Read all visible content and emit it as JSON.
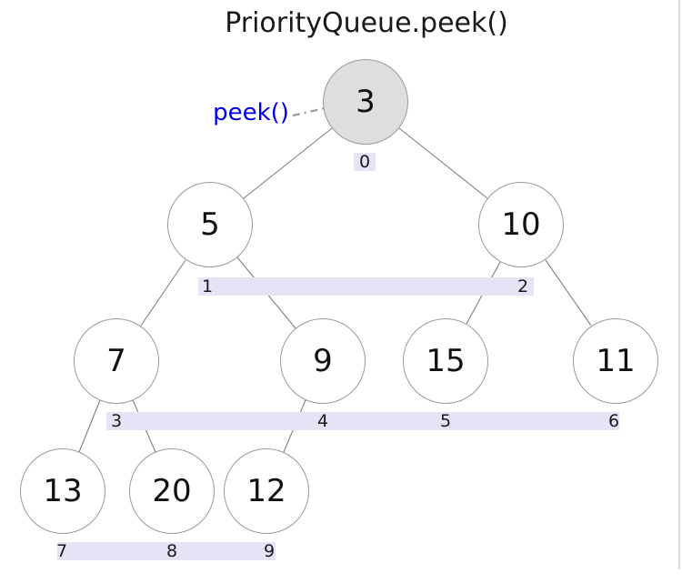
{
  "title": "PriorityQueue.peek()",
  "annotation": {
    "label": "peek()"
  },
  "heap": {
    "structure": "binary-min-heap",
    "nodes": [
      {
        "value": "3",
        "index": "0",
        "highlighted": true
      },
      {
        "value": "5",
        "index": "1",
        "highlighted": false
      },
      {
        "value": "10",
        "index": "2",
        "highlighted": false
      },
      {
        "value": "7",
        "index": "3",
        "highlighted": false
      },
      {
        "value": "9",
        "index": "4",
        "highlighted": false
      },
      {
        "value": "15",
        "index": "5",
        "highlighted": false
      },
      {
        "value": "11",
        "index": "6",
        "highlighted": false
      },
      {
        "value": "13",
        "index": "7",
        "highlighted": false
      },
      {
        "value": "20",
        "index": "8",
        "highlighted": false
      },
      {
        "value": "12",
        "index": "9",
        "highlighted": false
      }
    ],
    "edges": [
      [
        0,
        1
      ],
      [
        0,
        2
      ],
      [
        1,
        3
      ],
      [
        1,
        4
      ],
      [
        2,
        5
      ],
      [
        2,
        6
      ],
      [
        3,
        7
      ],
      [
        3,
        8
      ],
      [
        4,
        9
      ]
    ]
  },
  "colors": {
    "root_fill": "#dedede",
    "node_fill": "#ffffff",
    "node_border": "#9a9a9a",
    "edge": "#808080",
    "bar": "#e4e4f6",
    "annotation": "#0000e6",
    "arrow": "#999999",
    "frame": "#d9d9d9"
  }
}
